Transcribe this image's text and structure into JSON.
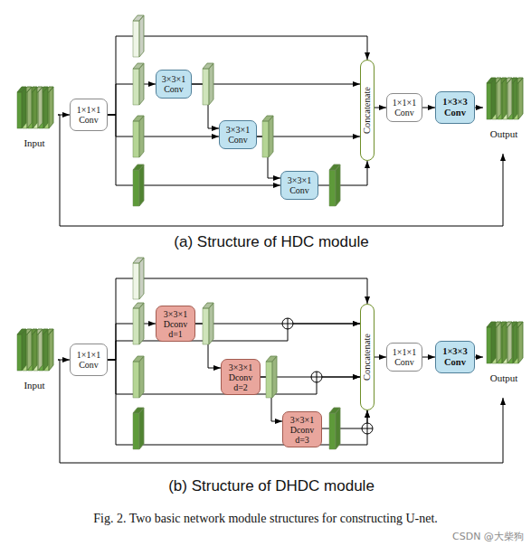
{
  "diagram": {
    "caption": "Fig. 2. Two basic network module structures for constructing U-net.",
    "nodes": [
      {
        "text": [
          "Input"
        ]
      },
      {
        "text": [
          "1×1×1 Conv"
        ]
      },
      {
        "text": [
          "3×3×1 Conv"
        ]
      },
      {
        "text": [
          "3×3×1 Conv"
        ]
      },
      {
        "text": [
          "3×3×1 Conv"
        ]
      },
      {
        "text": [
          "Concatenate"
        ]
      },
      {
        "text": [
          "1×1×1 Conv"
        ]
      },
      {
        "text": [
          "1×3×3 Conv"
        ]
      },
      {
        "text": [
          "Output"
        ]
      },
      {
        "text": [
          "Input"
        ]
      },
      {
        "text": [
          "1×1×1 Conv"
        ]
      },
      {
        "text": [
          "3×3×1 Dconv d=1"
        ]
      },
      {
        "text": [
          "3×3×1 Dconv d=2"
        ]
      },
      {
        "text": [
          "3×3×1 Dconv d=3"
        ]
      },
      {
        "text": [
          "Concatenate"
        ]
      },
      {
        "text": [
          "1×1×1 Conv"
        ]
      },
      {
        "text": [
          "1×3×3 Conv"
        ]
      },
      {
        "text": [
          "Output"
        ]
      }
    ],
    "edges": [
      {
        "from": 0,
        "to": 1,
        "arrow": "to"
      },
      {
        "from": 1,
        "to": 5,
        "arrow": "to"
      },
      {
        "from": 1,
        "to": 2,
        "arrow": "to"
      },
      {
        "from": 2,
        "to": 5,
        "arrow": "to"
      },
      {
        "from": 2,
        "to": 3,
        "arrow": "to"
      },
      {
        "from": 1,
        "to": 3,
        "arrow": "to"
      },
      {
        "from": 3,
        "to": 5,
        "arrow": "to"
      },
      {
        "from": 3,
        "to": 4,
        "arrow": "to"
      },
      {
        "from": 1,
        "to": 4,
        "arrow": "to"
      },
      {
        "from": 4,
        "to": 5,
        "arrow": "to"
      },
      {
        "from": 5,
        "to": 6,
        "arrow": "to"
      },
      {
        "from": 6,
        "to": 7,
        "arrow": "to"
      },
      {
        "from": 7,
        "to": 8,
        "arrow": "to"
      },
      {
        "from": 0,
        "to": 8,
        "arrow": "to"
      },
      {
        "from": 9,
        "to": 10,
        "arrow": "to"
      },
      {
        "from": 10,
        "to": 14,
        "arrow": "to"
      },
      {
        "from": 10,
        "to": 11,
        "arrow": "to"
      },
      {
        "from": 11,
        "to": 14,
        "arrow": "to"
      },
      {
        "from": 10,
        "to": 14,
        "arrow": "to"
      },
      {
        "from": 11,
        "to": 12,
        "arrow": "to"
      },
      {
        "from": 12,
        "to": 14,
        "arrow": "to"
      },
      {
        "from": 10,
        "to": 14,
        "arrow": "to"
      },
      {
        "from": 12,
        "to": 13,
        "arrow": "to"
      },
      {
        "from": 13,
        "to": 14,
        "arrow": "to"
      },
      {
        "from": 10,
        "to": 14,
        "arrow": "to"
      },
      {
        "from": 14,
        "to": 15,
        "arrow": "to"
      },
      {
        "from": 15,
        "to": 16,
        "arrow": "to"
      },
      {
        "from": 16,
        "to": 17,
        "arrow": "to"
      },
      {
        "from": 9,
        "to": 17,
        "arrow": "to"
      }
    ],
    "labels": [
      "(a) Structure of HDC module",
      "(b) Structure of DHDC module",
      "CSDN @大柴狗"
    ]
  }
}
